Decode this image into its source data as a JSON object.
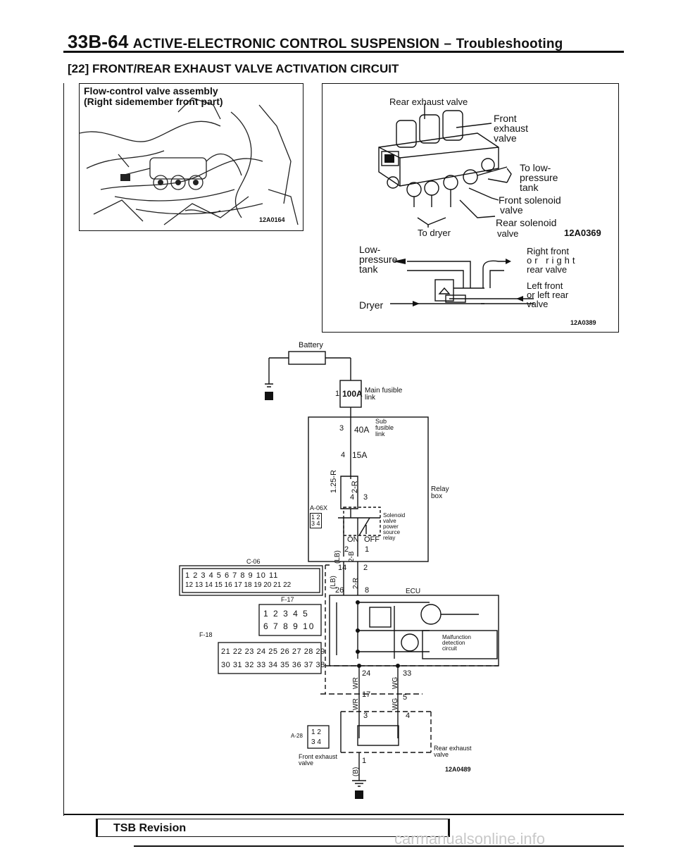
{
  "header": {
    "code": "33B-64",
    "title": "ACTIVE-ELECTRONIC CONTROL SUSPENSION",
    "dash": "–",
    "section": "Troubleshooting"
  },
  "subtitle": "[22] FRONT/REAR EXHAUST VALVE ACTIVATION CIRCUIT",
  "figure1": {
    "title_line1": "Flow-control valve assembly",
    "title_line2": "(Right sidemember front part)",
    "code": "12A0164"
  },
  "figure2": {
    "rear_exhaust_valve": "Rear exhaust valve",
    "front_exhaust_valve": [
      "Front",
      "exhaust",
      "valve"
    ],
    "to_low_pressure_tank": [
      "To low-",
      "pressure",
      "tank"
    ],
    "front_solenoid_valve": [
      "Front solenoid",
      "valve"
    ],
    "rear_solenoid_valve": [
      "Rear solenoid",
      "valve"
    ],
    "to_dryer": "To dryer",
    "code1": "12A0369",
    "low_pressure_tank": [
      "Low-",
      "pressure",
      "tank"
    ],
    "dryer": "Dryer",
    "right_front": [
      "Right front",
      "or right",
      "rear valve"
    ],
    "left_front": [
      "Left front",
      "or left rear",
      "valve"
    ],
    "code2": "12A0389"
  },
  "circuit": {
    "battery": "Battery",
    "main_fusible_link": [
      "Main fusible",
      "link"
    ],
    "fuse1_no": "1",
    "fuse1": "100A",
    "fuse3_no": "3",
    "fuse3": "40A",
    "sub_fusible_link": [
      "Sub",
      "fusible",
      "link"
    ],
    "fuse4_no": "4",
    "fuse4": "15A",
    "wire_125r": "1.25-R",
    "wire_2r": "2-R",
    "relay_box": [
      "Relay",
      "box"
    ],
    "a06x": "A-06X",
    "solenoid_relay": [
      "Solenoid",
      "valve",
      "power",
      "source",
      "relay"
    ],
    "on": "ON",
    "off": "OFF",
    "pins_top": [
      "4",
      "3"
    ],
    "pins_bottom": [
      "2",
      "1"
    ],
    "wire_lb": "(LB)",
    "wire_2b": "2-B",
    "c06": "C-06",
    "c06_row1": [
      "1",
      "2",
      "3",
      "4",
      "5",
      "6",
      "7",
      "8",
      "9",
      "10",
      "11"
    ],
    "c06_row2": [
      "12",
      "13",
      "14",
      "15",
      "16",
      "17",
      "18",
      "19",
      "20",
      "21",
      "22"
    ],
    "f17": "F-17",
    "f17_row1": [
      "1",
      "2",
      "3",
      "4",
      "5"
    ],
    "f17_row2": [
      "6",
      "7",
      "8",
      "9",
      "10"
    ],
    "f18": "F-18",
    "f18_row1": [
      "21",
      "22",
      "23",
      "24",
      "25",
      "26",
      "27",
      "28",
      "29"
    ],
    "f18_row2": [
      "30",
      "31",
      "32",
      "33",
      "34",
      "35",
      "36",
      "37",
      "38"
    ],
    "ecu_pins": [
      "14",
      "2",
      "26",
      "8"
    ],
    "ecu": "ECU",
    "malfunction": [
      "Malfunction",
      "detection",
      "circuit"
    ],
    "pin24": "24",
    "pin33": "33",
    "wire_wr": "WR",
    "wire_wg": "WG",
    "pin17": "17",
    "pin5": "5",
    "pin3": "3",
    "pin4": "4",
    "pin1": "1",
    "a28": "A-28",
    "a28_pins": [
      "1",
      "2",
      "3",
      "4"
    ],
    "front_exhaust_valve": [
      "Front exhaust",
      "valve"
    ],
    "rear_exhaust_valve": [
      "Rear exhaust",
      "valve"
    ],
    "wire_b": "(B)",
    "code": "12A0489"
  },
  "footer": {
    "tsb": "TSB Revision",
    "watermark": "carmanualsonline.info"
  }
}
